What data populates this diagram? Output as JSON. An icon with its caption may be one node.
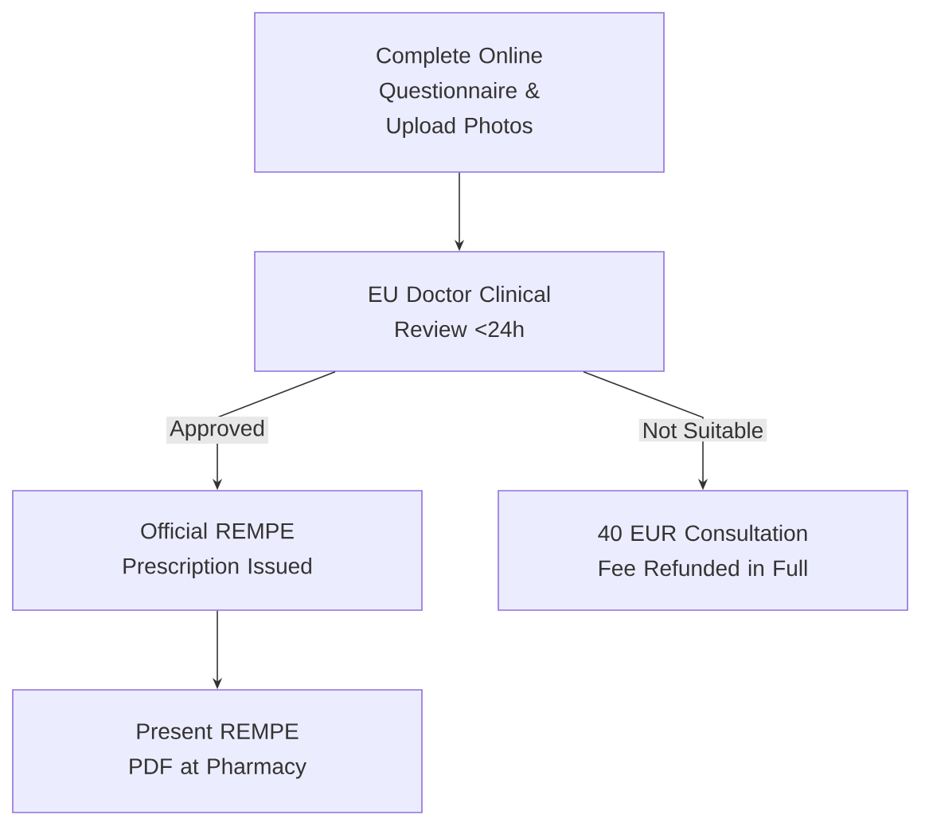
{
  "diagram": {
    "nodes": [
      {
        "text": [
          "Complete Online Questionnaire & Upload Photos"
        ]
      },
      {
        "text": [
          "EU Doctor Clinical Review <24h"
        ]
      },
      {
        "text": [
          "Official REMPE Prescription Issued"
        ]
      },
      {
        "text": [
          "40 EUR Consultation Fee Refunded in Full"
        ]
      },
      {
        "text": [
          "Present REMPE PDF at Pharmacy"
        ]
      }
    ],
    "edges": [
      {
        "from": 0,
        "to": 1,
        "arrow": "to"
      },
      {
        "from": 1,
        "to": 2,
        "arrow": "to",
        "label": "Approved"
      },
      {
        "from": 1,
        "to": 3,
        "arrow": "to",
        "label": "Not Suitable"
      },
      {
        "from": 2,
        "to": 4,
        "arrow": "to"
      }
    ]
  }
}
